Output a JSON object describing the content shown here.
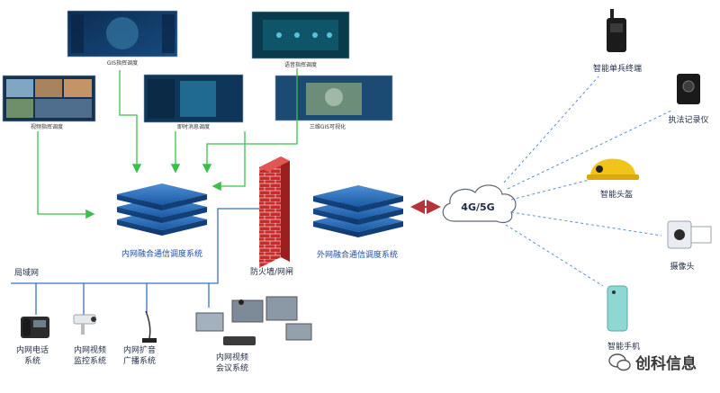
{
  "screens": {
    "gis": "GIS指挥调度",
    "voice": "语音指挥调度",
    "video": "视频指挥调度",
    "instant": "即时消息调度",
    "gis3d": "三维GIS可视化"
  },
  "core": {
    "inner": "内网融合通信调度系统",
    "outer": "外网融合通信调度系统",
    "firewall": "防火墙/网闸",
    "network": "4G/5G",
    "lan": "局域网"
  },
  "terminals": {
    "soldier": "智能单兵终端",
    "recorder": "执法记录仪",
    "helmet": "智能头盔",
    "camera": "摄像头",
    "phone": "智能手机"
  },
  "lan_devices": {
    "tel_1": "内网电话",
    "tel_2": "系统",
    "mon_1": "内网视频",
    "mon_2": "监控系统",
    "bc_1": "内网扩音",
    "bc_2": "广播系统",
    "conf_1": "内网视频",
    "conf_2": "会议系统"
  },
  "watermark": "创科信息",
  "colors": {
    "green_arrow": "#3cbf4a",
    "lan_line": "#3a6fc0",
    "dashed": "#5a8fd6",
    "server_blue": "#1d5fa8",
    "firewall_red": "#c92a2a",
    "link_red": "#b5343a"
  }
}
